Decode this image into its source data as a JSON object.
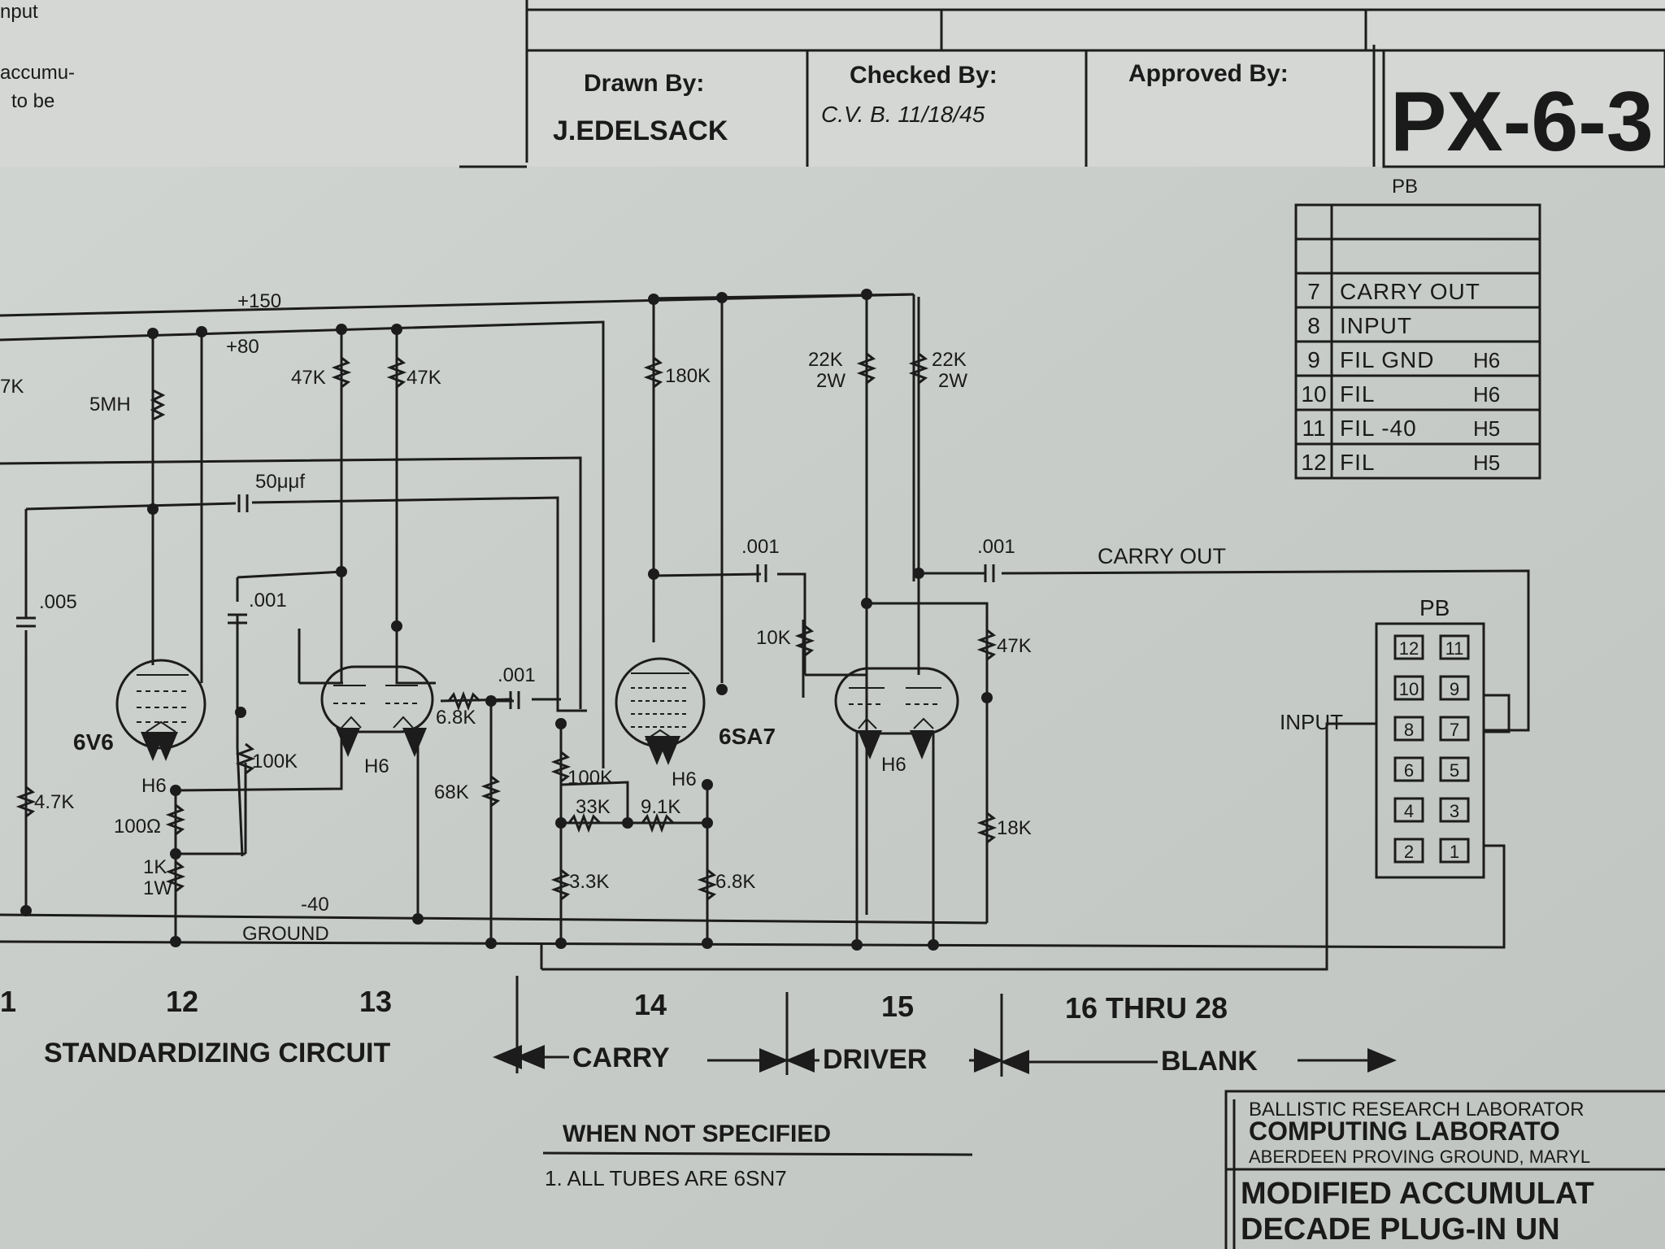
{
  "title_block": {
    "drawn_by_label": "Drawn By:",
    "drawn_by_name": "J.EDELSACK",
    "checked_by_label": "Checked By:",
    "checked_by_value": "C.V. B. 11/18/45",
    "approved_by_label": "Approved By:",
    "drawing_number": "PX-6-3"
  },
  "notes_fragment": [
    "nput",
    "accumu-",
    "to be"
  ],
  "pin_table": {
    "title": "PB",
    "rows": [
      {
        "pin": "",
        "name": "",
        "sub": ""
      },
      {
        "pin": "",
        "name": "",
        "sub": ""
      },
      {
        "pin": "7",
        "name": "CARRY OUT",
        "sub": ""
      },
      {
        "pin": "8",
        "name": "INPUT",
        "sub": ""
      },
      {
        "pin": "9",
        "name": "FIL GND",
        "sub": "H6"
      },
      {
        "pin": "10",
        "name": "FIL",
        "sub": "H6"
      },
      {
        "pin": "11",
        "name": "FIL -40",
        "sub": "H5"
      },
      {
        "pin": "12",
        "name": "FIL",
        "sub": "H5"
      }
    ]
  },
  "connector": {
    "title": "PB",
    "pins": [
      "12",
      "11",
      "10",
      "9",
      "8",
      "7",
      "6",
      "5",
      "4",
      "3",
      "2",
      "1"
    ],
    "input_label": "INPUT"
  },
  "rails": {
    "plus150": "+150",
    "plus80": "+80",
    "minus40": "-40",
    "ground": "GROUND",
    "carry_out": "CARRY OUT"
  },
  "components": {
    "r47k_a": "47K",
    "r47k_b": "47K",
    "r180k": "180K",
    "r22k_a": "22K",
    "w2_a": "2W",
    "r22k_b": "22K",
    "w2_b": "2W",
    "l5mh": "5MH",
    "c50": "50μμf",
    "c005": ".005",
    "c001_a": ".001",
    "c001_b": ".001",
    "c001_c": ".001",
    "c001_d": ".001",
    "r10k": "10K",
    "r47k_c": "47K",
    "r68k_a": "6.8K",
    "r68k_b": "68K",
    "r100k_a": "100K",
    "r100k_b": "100K",
    "r33k": "33K",
    "r91k": "9.1K",
    "r3_3k": "3.3K",
    "r6_8k_c": "6.8K",
    "r18k": "18K",
    "r47k_d": "4.7K",
    "r100": "100Ω",
    "r1k": "1K",
    "w1": "1W",
    "left_frag": "7K"
  },
  "tubes": {
    "t12": "6V6",
    "t14": "6SA7",
    "h6": "H6"
  },
  "sections": {
    "numbers": [
      "1",
      "12",
      "13",
      "14",
      "15",
      "16 THRU 28"
    ],
    "names": [
      "STANDARDIZING CIRCUIT",
      "CARRY",
      "DRIVER",
      "BLANK"
    ]
  },
  "notes": {
    "heading": "WHEN NOT SPECIFIED",
    "note1": "1. ALL TUBES ARE 6SN7"
  },
  "lab_block": {
    "line1": "BALLISTIC RESEARCH LABORATOR",
    "line2": "COMPUTING LABORATO",
    "line3": "ABERDEEN PROVING GROUND, MARYL",
    "line4": "MODIFIED ACCUMULAT",
    "line5": "DECADE PLUG-IN UN"
  }
}
